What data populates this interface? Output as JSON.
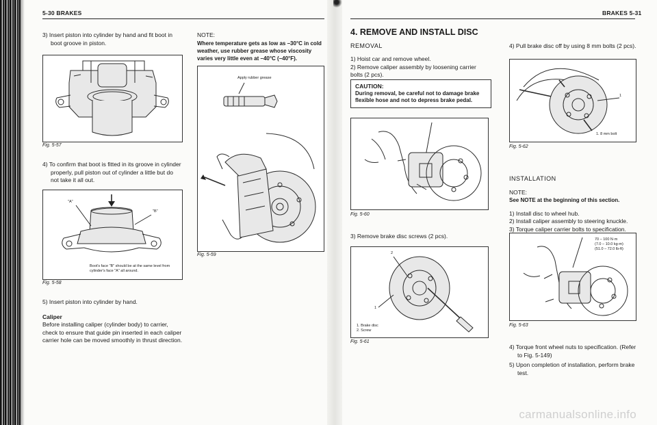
{
  "left_page": {
    "header": "5-30 BRAKES",
    "step3": "3) Insert piston into cylinder by hand and fit boot in boot groove in piston.",
    "fig57_caption": "Fig. 5-57",
    "step4": "4) To confirm that boot is fitted in its groove in cylinder properly, pull piston out of cylinder a little but do not take it all out.",
    "fig58": {
      "label_a": "\"A\"",
      "label_b": "\"B\"",
      "note": "Boot's face \"B\" should be at the same level from cylinder's face \"A\" all around.",
      "caption": "Fig. 5-58"
    },
    "step5": "5) Insert piston into cylinder by hand.",
    "caliper_heading": "Caliper",
    "caliper_text": "Before installing caliper (cylinder body) to carrier, check to ensure that guide pin inserted in each caliper carrier hole can be moved smoothly in thrust direction.",
    "note_title": "NOTE:",
    "note_text": "Where temperature gets as low as –30°C in cold weather, use rubber grease whose viscosity varies very little even at –40°C (–40°F).",
    "fig59": {
      "label": "Apply rubber grease",
      "caption": "Fig. 5-59"
    }
  },
  "right_page": {
    "header": "BRAKES 5-31",
    "title": "4. REMOVE AND INSTALL DISC",
    "removal_heading": "REMOVAL",
    "removal_step1": "1) Hoist car and remove wheel.",
    "removal_step2": "2) Remove caliper assembly by loosening carrier bolts (2 pcs).",
    "caution_title": "CAUTION:",
    "caution_text": "During removal, be careful not to damage brake flexible hose and not to depress brake pedal.",
    "fig60_caption": "Fig. 5-60",
    "removal_step3": "3) Remove brake disc screws (2 pcs).",
    "fig61": {
      "legend1": "1.  Brake disc",
      "legend2": "2.  Screw",
      "num1": "1",
      "num2": "2",
      "caption": "Fig. 5-61"
    },
    "removal_step4": "4) Pull brake disc off by using 8 mm bolts (2 pcs).",
    "fig62": {
      "legend": "1.  8 mm bolt",
      "num1": "1",
      "caption": "Fig. 5-62"
    },
    "installation_heading": "INSTALLATION",
    "note_title": "NOTE:",
    "note_text": "See NOTE at the beginning of this section.",
    "install_step1": "1) Install disc to wheel hub.",
    "install_step2": "2) Install caliper assembly to steering knuckle.",
    "install_step3": "3) Torque caliper carrier bolts to specification.",
    "fig63": {
      "torque1": "70 – 100 N·m",
      "torque2": "(7.0 – 10.0 kg-m)",
      "torque3": "(51.0 – 72.0 lb-ft)",
      "caption": "Fig. 5-63"
    },
    "install_step4": "4) Torque front wheel nuts to specification. (Refer to Fig. 5-149)",
    "install_step5": "5) Upon completion of installation, perform brake test."
  },
  "watermark": "carmanualsonline.info"
}
